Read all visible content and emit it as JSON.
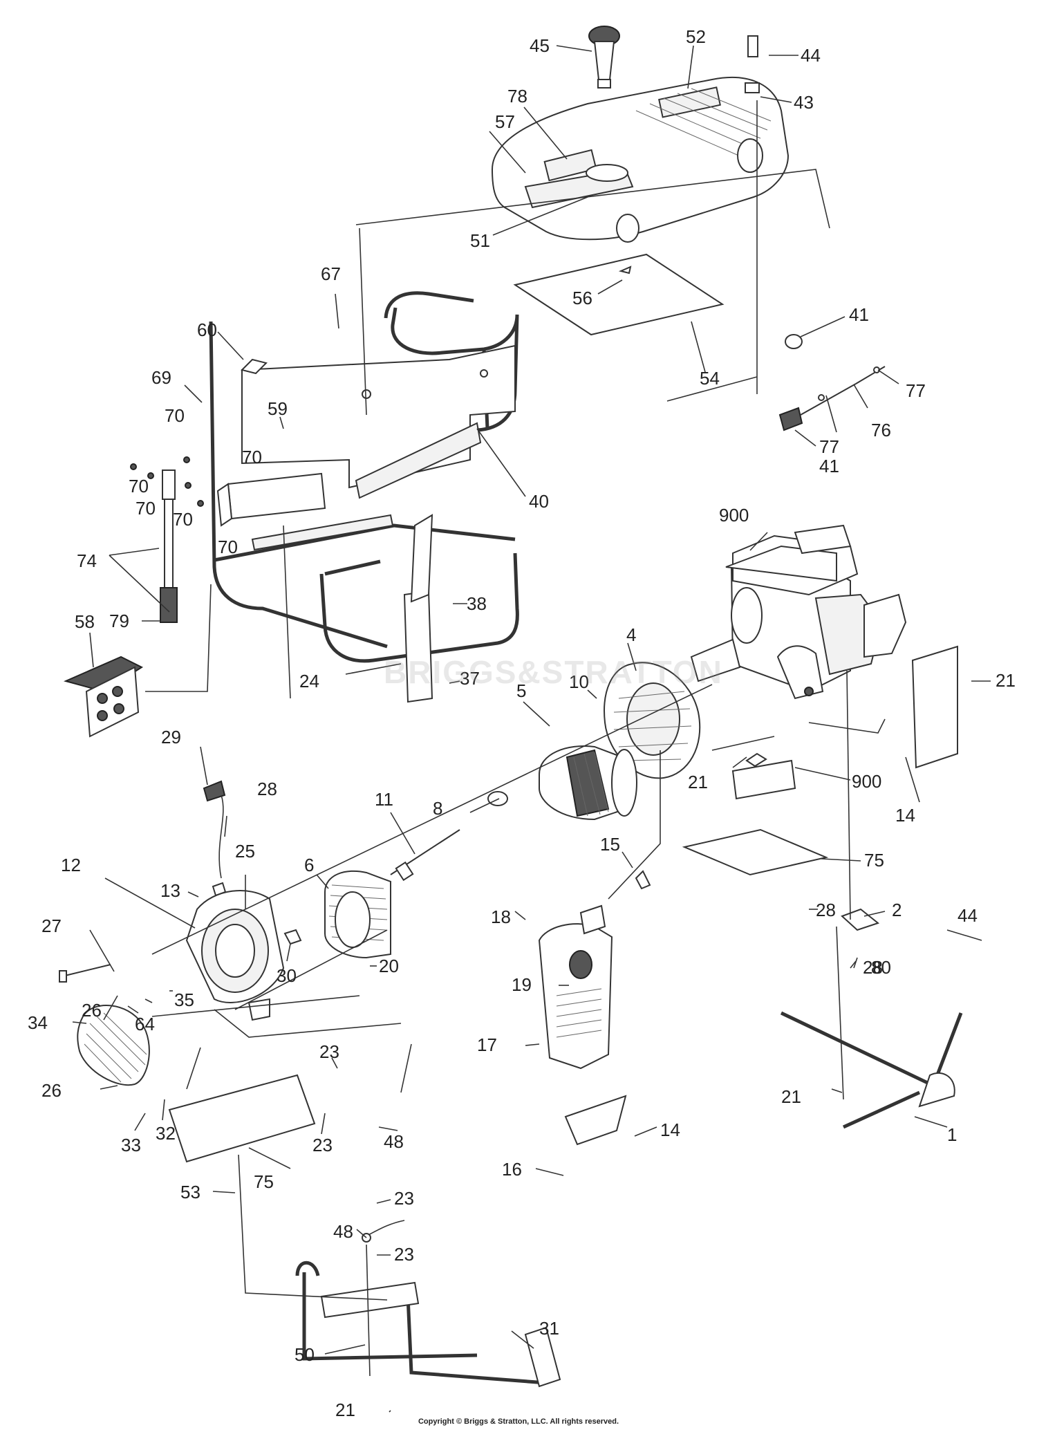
{
  "diagram": {
    "watermark": "BRIGGS&STRATTON",
    "copyright": "Copyright © Briggs & Stratton, LLC. All rights reserved.",
    "callouts": [
      "45",
      "52",
      "44",
      "43",
      "78",
      "57",
      "51",
      "56",
      "54",
      "41",
      "77",
      "76",
      "67",
      "60",
      "69",
      "59",
      "40",
      "70",
      "74",
      "79",
      "58",
      "38",
      "24",
      "37",
      "900",
      "4",
      "10",
      "5",
      "21",
      "14",
      "29",
      "28",
      "8",
      "11",
      "6",
      "25",
      "12",
      "13",
      "15",
      "75",
      "18",
      "27",
      "26",
      "35",
      "64",
      "34",
      "30",
      "20",
      "19",
      "17",
      "2",
      "80",
      "1",
      "23",
      "48",
      "33",
      "32",
      "16",
      "53",
      "50",
      "31"
    ]
  }
}
